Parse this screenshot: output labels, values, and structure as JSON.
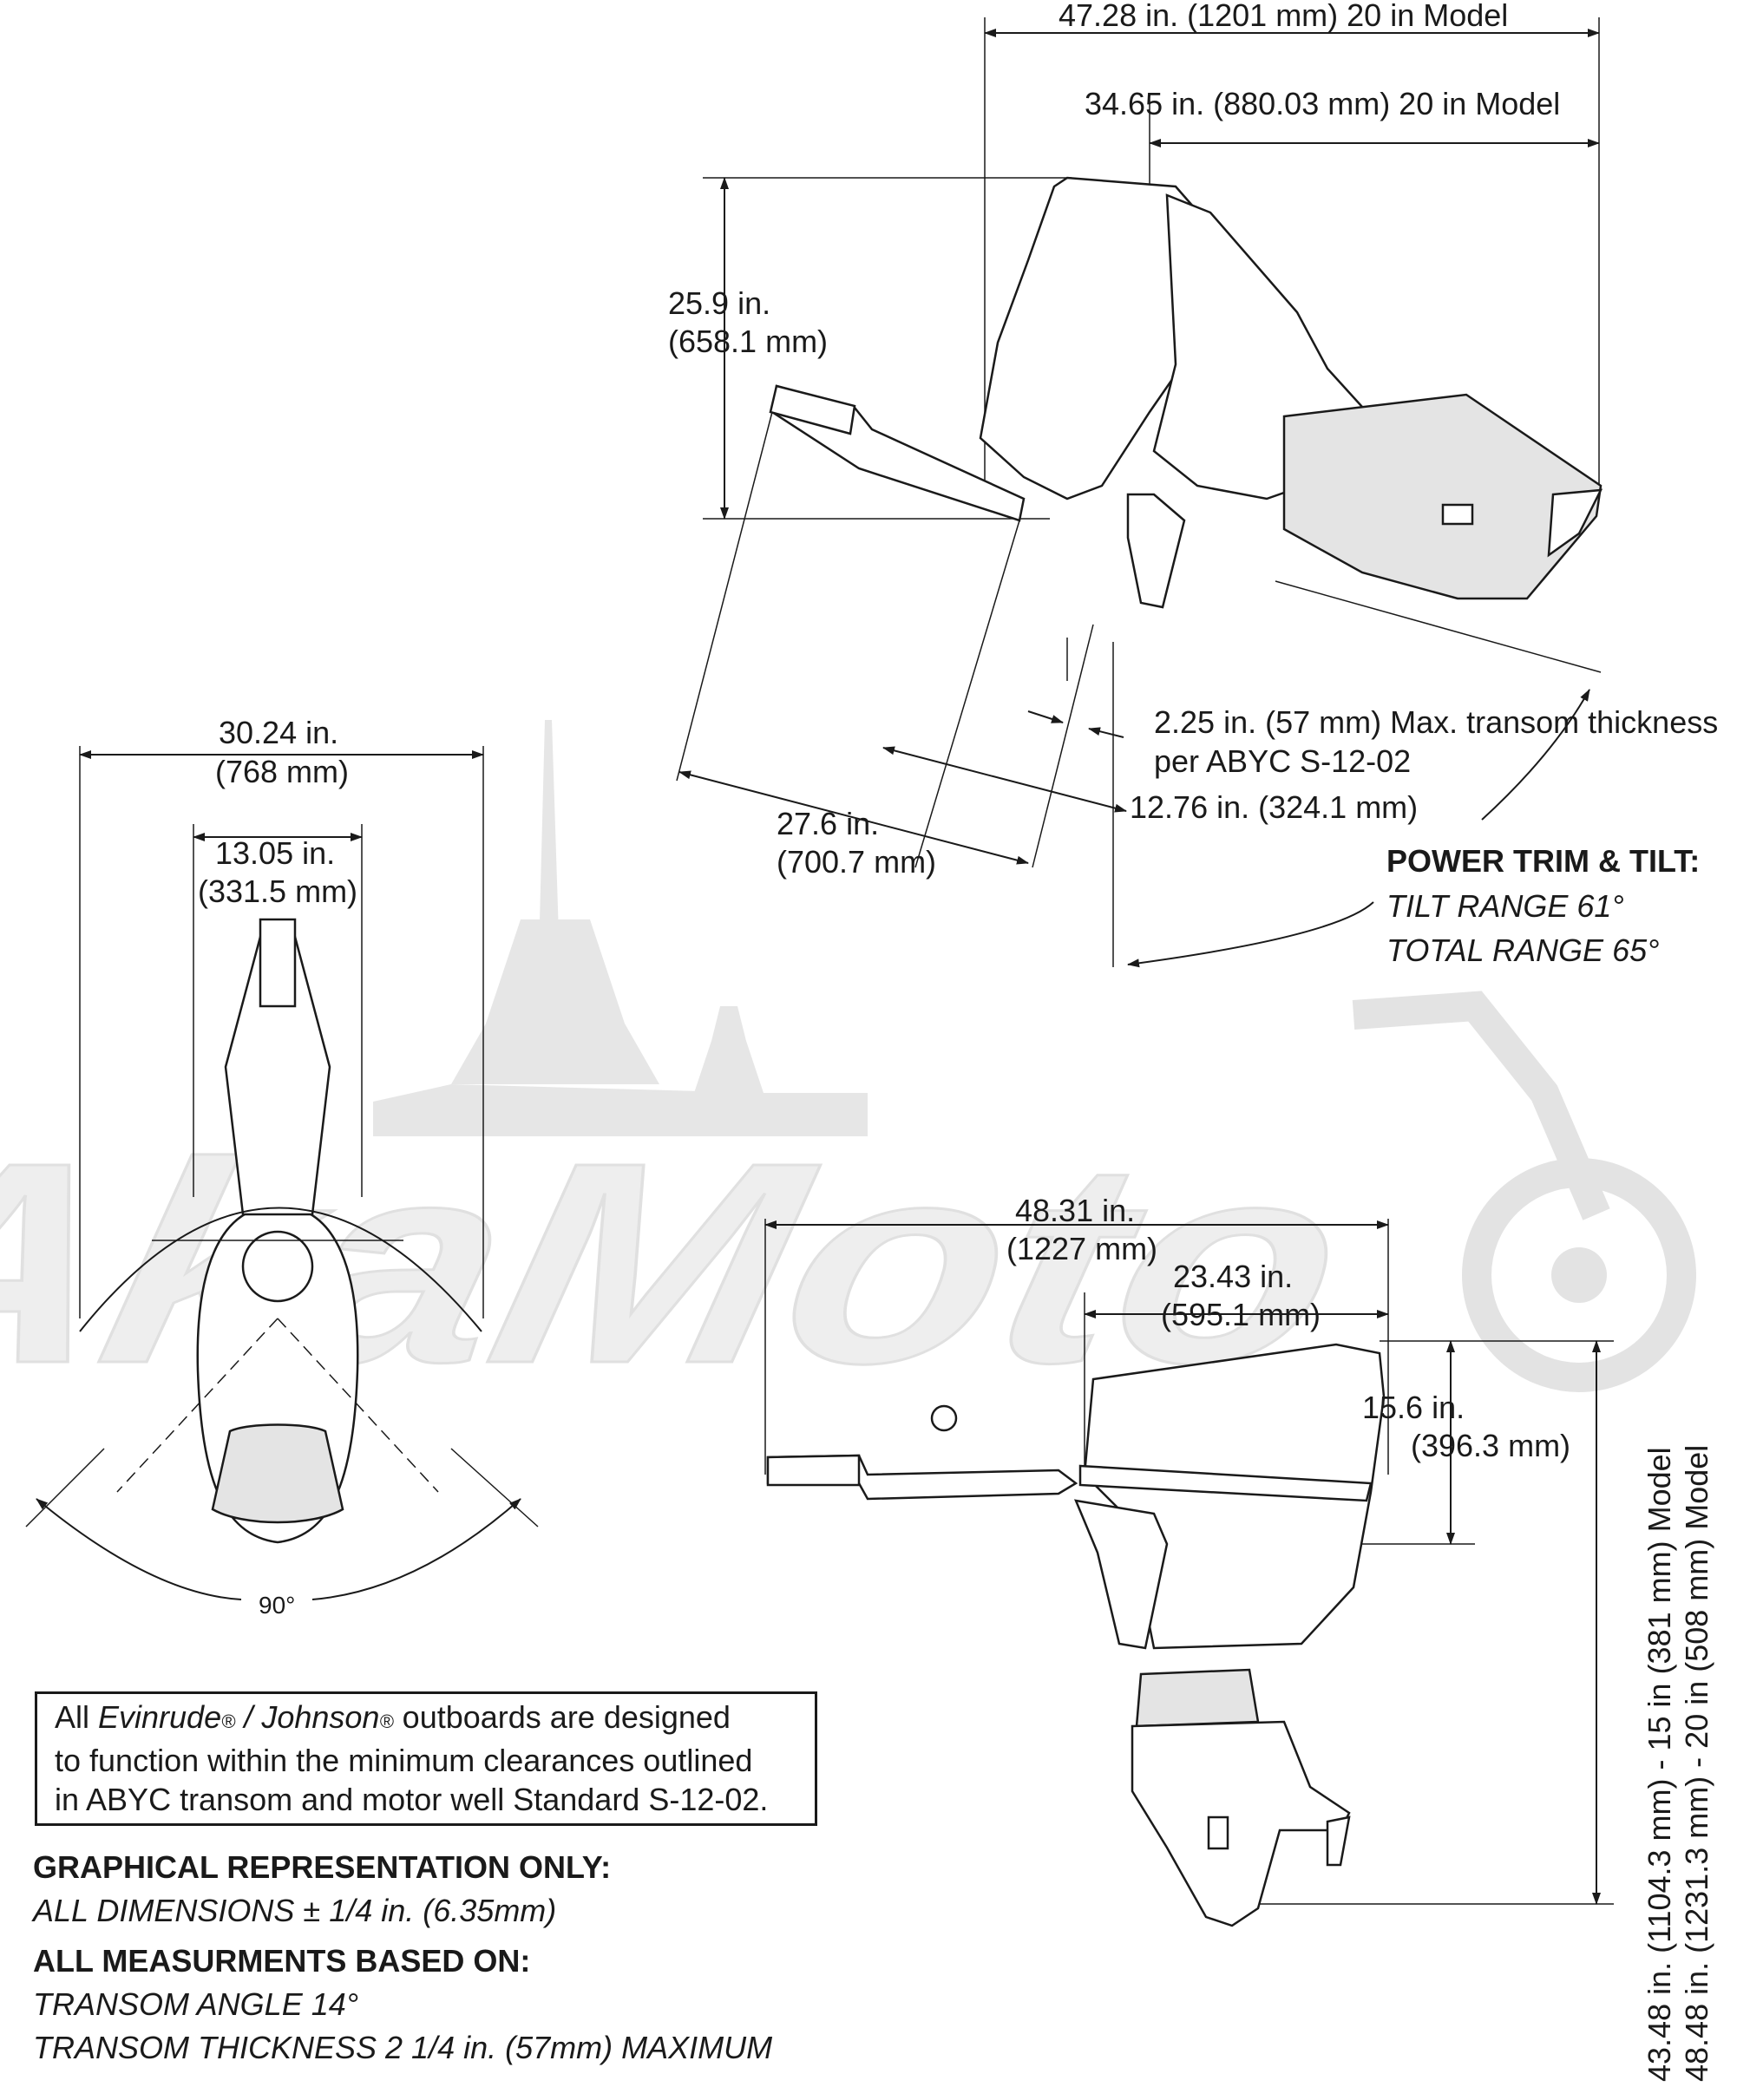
{
  "dimensions": {
    "overall_length_20in": "47.28 in. (1201 mm) 20 in Model",
    "tilted_length_20in": "34.65 in. (880.03 mm) 20 in Model",
    "tilted_height_in": "25.9 in.",
    "tilted_height_mm": "(658.1 mm)",
    "transom_thickness_line1": "2.25 in. (57 mm) Max. transom thickness",
    "transom_thickness_line2": "per ABYC S-12-02",
    "clearance_12": "12.76 in. (324.1 mm)",
    "clearance_27_in": "27.6 in.",
    "clearance_27_mm": "(700.7 mm)",
    "swing_width_in": "30.24 in.",
    "swing_width_mm": "(768 mm)",
    "body_width_in": "13.05 in.",
    "body_width_mm": "(331.5 mm)",
    "steering_angle": "90°",
    "side_length_in": "48.31 in.",
    "side_length_mm": "(1227 mm)",
    "cowl_depth_in": "23.43 in.",
    "cowl_depth_mm": "(595.1 mm)",
    "cowl_height_in": "15.6 in.",
    "cowl_height_mm": "(396.3 mm)",
    "height_15_model": "43.48 in. (1104.3 mm) - 15 in (381 mm) Model",
    "height_20_model": "48.48 in. (1231.3 mm) - 20 in (508 mm) Model"
  },
  "power_trim": {
    "heading": "POWER TRIM & TILT:",
    "tilt_range": "TILT RANGE 61°",
    "total_range": "TOTAL RANGE 65°"
  },
  "notice": {
    "prefix": "All ",
    "brand1": "Evinrude",
    "reg1": "®",
    "sep": " / ",
    "brand2": "Johnson",
    "reg2": "®",
    "rest": " outboards are designed",
    "line2": "to function within the minimum clearances outlined",
    "line3": "in ABYC transom and motor well Standard S-12-02."
  },
  "notes": {
    "heading1": "GRAPHICAL REPRESENTATION ONLY:",
    "line1": "ALL DIMENSIONS ± 1/4 in. (6.35mm)",
    "heading2": "ALL MEASURMENTS BASED ON:",
    "line2": "TRANSOM ANGLE 14°",
    "line3": "TRANSOM THICKNESS 2 1/4 in. (57mm) MAXIMUM"
  },
  "watermark": {
    "text": "AkaMoto"
  }
}
